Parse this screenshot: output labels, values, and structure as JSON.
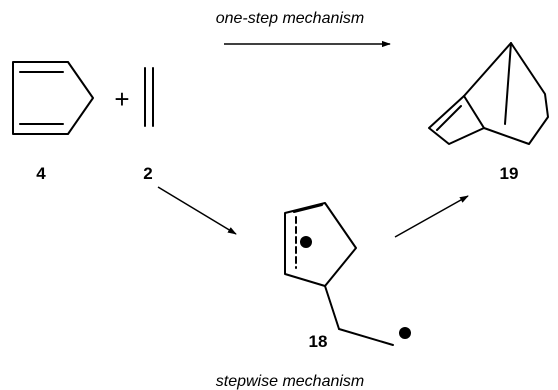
{
  "captions": {
    "top": "one-step mechanism",
    "bottom": "stepwise mechanism"
  },
  "operator": "+",
  "compounds": {
    "cyclopentadiene": "4",
    "ethylene": "2",
    "diradical": "18",
    "norbornene": "19"
  }
}
